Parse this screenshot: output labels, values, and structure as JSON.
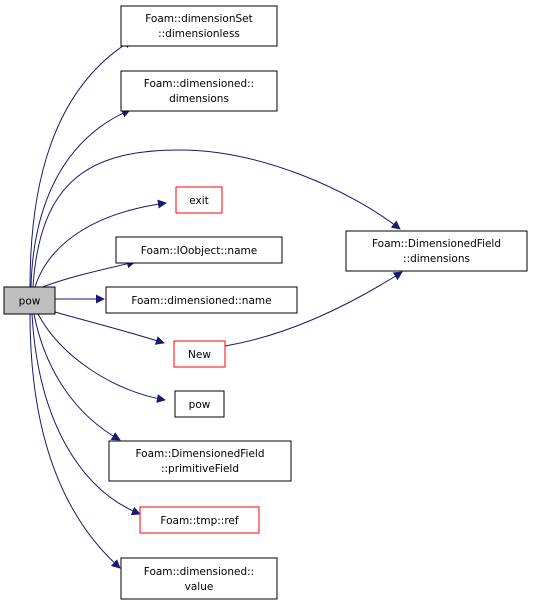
{
  "colors": {
    "edge": "#191970",
    "node_border": "#000000",
    "truncated_border": "#ff0000",
    "root_fill": "#bfbfbf",
    "node_fill": "#ffffff"
  },
  "nodes": {
    "pow_root": {
      "lines": [
        "pow"
      ]
    },
    "dimensionless": {
      "lines": [
        "Foam::dimensionSet",
        "::dimensionless"
      ]
    },
    "dimensioned_dimensions": {
      "lines": [
        "Foam::dimensioned::",
        "dimensions"
      ]
    },
    "exit": {
      "lines": [
        "exit"
      ]
    },
    "ioobject_name": {
      "lines": [
        "Foam::IOobject::name"
      ]
    },
    "dimensioned_name": {
      "lines": [
        "Foam::dimensioned::name"
      ]
    },
    "new": {
      "lines": [
        "New"
      ]
    },
    "pow_callee": {
      "lines": [
        "pow"
      ]
    },
    "primitive_field": {
      "lines": [
        "Foam::DimensionedField",
        "::primitiveField"
      ]
    },
    "tmp_ref": {
      "lines": [
        "Foam::tmp::ref"
      ]
    },
    "dimensioned_value": {
      "lines": [
        "Foam::dimensioned::",
        "value"
      ]
    },
    "dimfield_dimensions": {
      "lines": [
        "Foam::DimensionedField",
        "::dimensions"
      ]
    }
  }
}
